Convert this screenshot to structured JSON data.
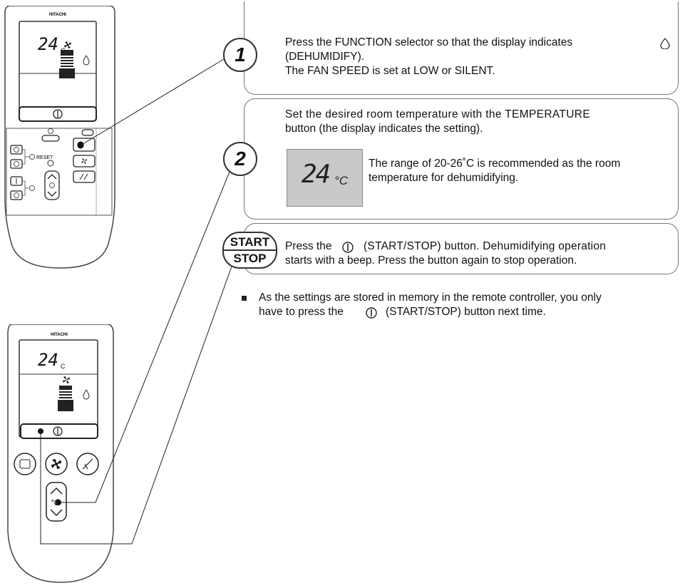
{
  "remote_top": {
    "brand": "HITACHI",
    "display_temp": "24",
    "display_unit": "C",
    "reset_label": "RESET"
  },
  "remote_bottom": {
    "brand": "HITACHI",
    "display_temp": "24",
    "display_unit": "C"
  },
  "step1": {
    "number": "1",
    "line1": "Press the FUNCTION selector so that the display indicates",
    "line2": "(DEHUMIDIFY).",
    "line3": "The FAN SPEED is set at LOW or SILENT."
  },
  "step2": {
    "number": "2",
    "line1": "Set the desired room temperature with the TEMPERATURE",
    "line2": "button (the display indicates the setting).",
    "display_temp": "24",
    "display_unit": "°C",
    "note_line1": "The range of 20-26˚C is recommended as the room",
    "note_line2": "temperature for dehumidifying."
  },
  "step3": {
    "badge_top": "START",
    "badge_bottom": "STOP",
    "line1_a": "Press the",
    "line1_b": "(START/STOP) button. Dehumidifying operation",
    "line2": "starts with a beep. Press the button again to stop operation."
  },
  "note": {
    "line1": "As the settings are stored in memory in the remote controller, you only",
    "line2_a": "have to press the",
    "line2_b": "(START/STOP) button next time."
  }
}
